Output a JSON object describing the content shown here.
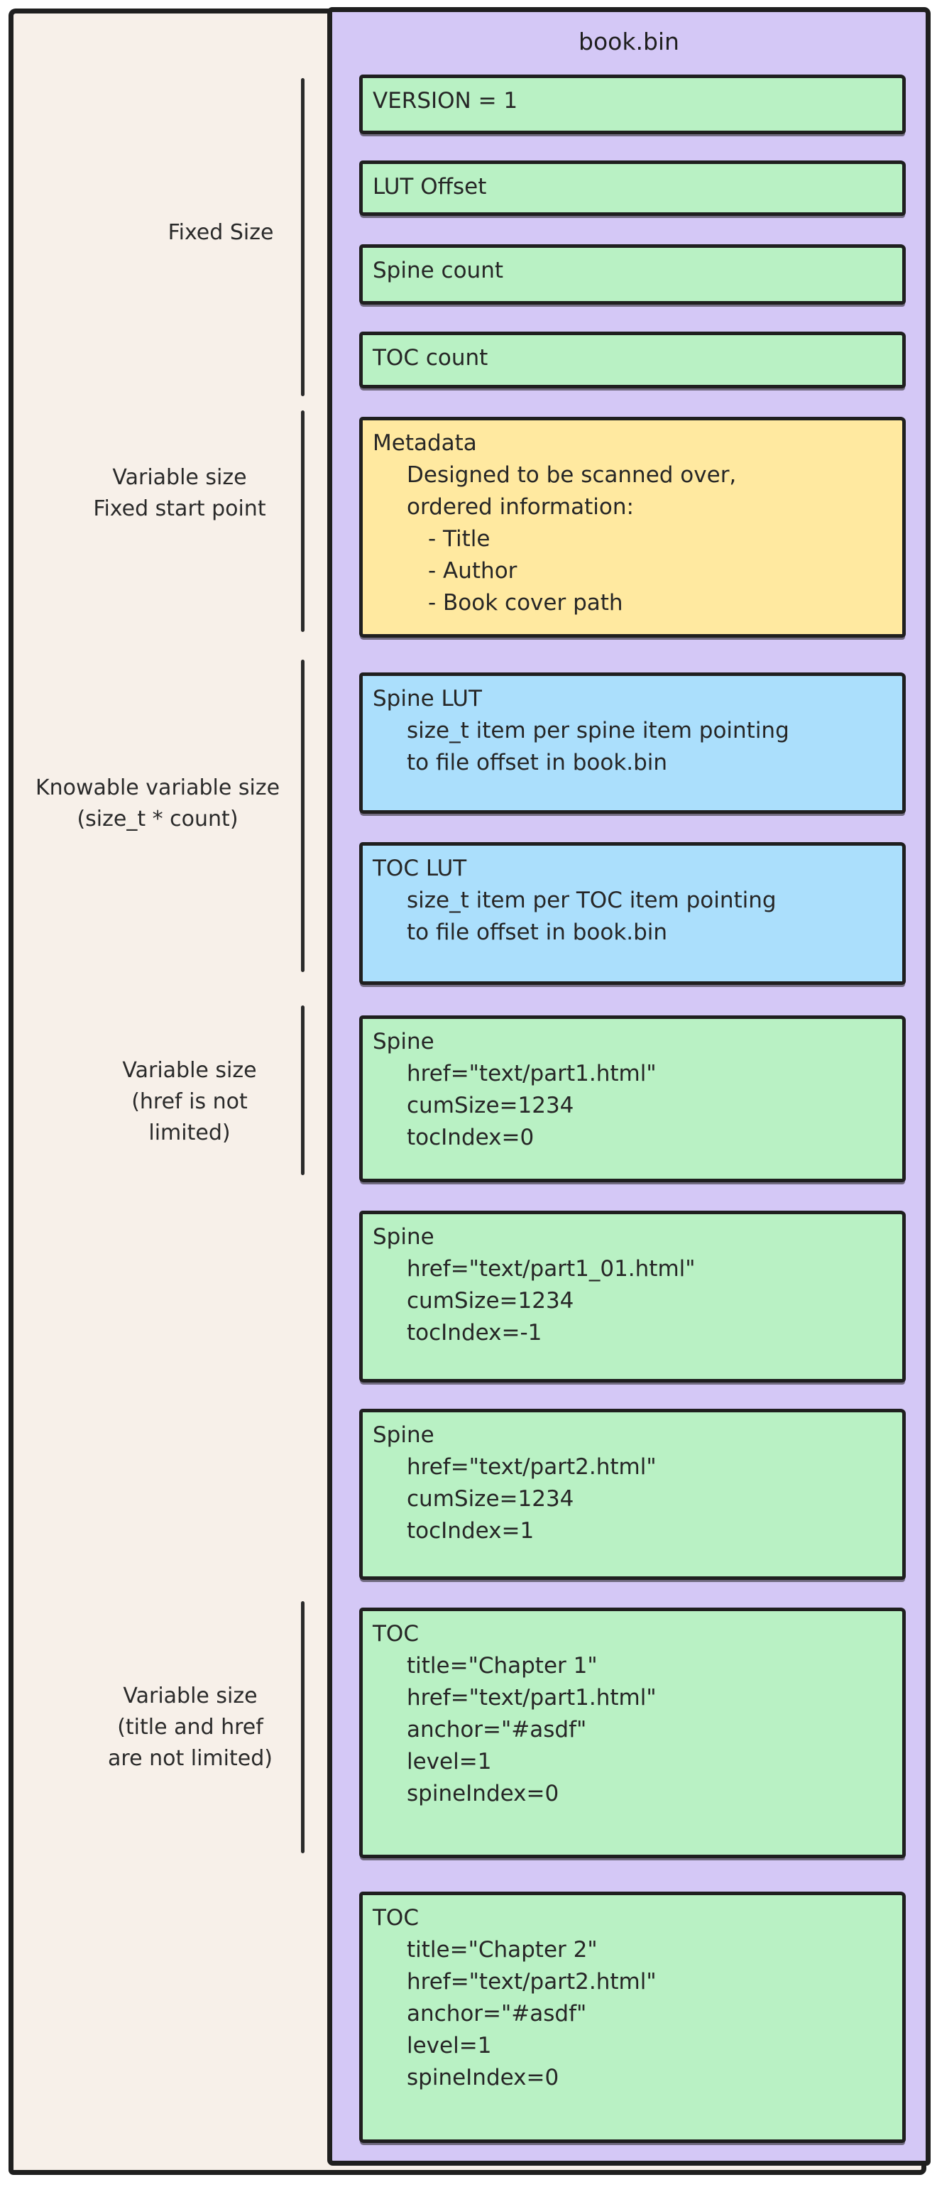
{
  "diagram": {
    "title": "book.bin",
    "colors": {
      "sheet_background": "#f7f0e9",
      "panel_background": "#d4c8f6",
      "field_green": "#b9f1c4",
      "metadata_yellow": "#ffe9a0",
      "lut_blue": "#abdffc",
      "stroke": "#1f1f1f"
    },
    "boxes": [
      {
        "name": "version",
        "color": "green",
        "lines": [
          "VERSION = 1"
        ]
      },
      {
        "name": "lut-offset",
        "color": "green",
        "lines": [
          "LUT Offset"
        ]
      },
      {
        "name": "spine-count",
        "color": "green",
        "lines": [
          "Spine count"
        ]
      },
      {
        "name": "toc-count",
        "color": "green",
        "lines": [
          "TOC count"
        ]
      },
      {
        "name": "metadata",
        "color": "yellow",
        "lines": [
          "Metadata",
          "Designed to be scanned over,",
          "ordered information:",
          "- Title",
          "- Author",
          "- Book cover path"
        ]
      },
      {
        "name": "spine-lut",
        "color": "blue",
        "lines": [
          "Spine LUT",
          "size_t item per spine item pointing",
          "to file offset in book.bin"
        ]
      },
      {
        "name": "toc-lut",
        "color": "blue",
        "lines": [
          "TOC LUT",
          "size_t item per TOC item pointing",
          "to file offset in book.bin"
        ]
      },
      {
        "name": "spine-1",
        "color": "green",
        "lines": [
          "Spine",
          "href=\"text/part1.html\"",
          "cumSize=1234",
          "tocIndex=0"
        ]
      },
      {
        "name": "spine-2",
        "color": "green",
        "lines": [
          "Spine",
          "href=\"text/part1_01.html\"",
          "cumSize=1234",
          "tocIndex=-1"
        ]
      },
      {
        "name": "spine-3",
        "color": "green",
        "lines": [
          "Spine",
          "href=\"text/part2.html\"",
          "cumSize=1234",
          "tocIndex=1"
        ]
      },
      {
        "name": "toc-1",
        "color": "green",
        "lines": [
          "TOC",
          "title=\"Chapter 1\"",
          "href=\"text/part1.html\"",
          "anchor=\"#asdf\"",
          "level=1",
          "spineIndex=0"
        ]
      },
      {
        "name": "toc-2",
        "color": "green",
        "lines": [
          "TOC",
          "title=\"Chapter 2\"",
          "href=\"text/part2.html\"",
          "anchor=\"#asdf\"",
          "level=1",
          "spineIndex=0"
        ]
      }
    ],
    "side_labels": [
      {
        "name": "fixed-size",
        "lines": [
          "Fixed Size"
        ]
      },
      {
        "name": "variable-fixed-start",
        "lines": [
          "Variable size",
          "Fixed start point"
        ]
      },
      {
        "name": "knowable-variable-size",
        "lines": [
          "Knowable variable size",
          "(size_t * count)"
        ]
      },
      {
        "name": "variable-size-href",
        "lines": [
          "Variable size",
          "(href is not",
          "limited)"
        ]
      },
      {
        "name": "variable-size-title",
        "lines": [
          "Variable size",
          "(title and href",
          "are not limited)"
        ]
      }
    ]
  }
}
